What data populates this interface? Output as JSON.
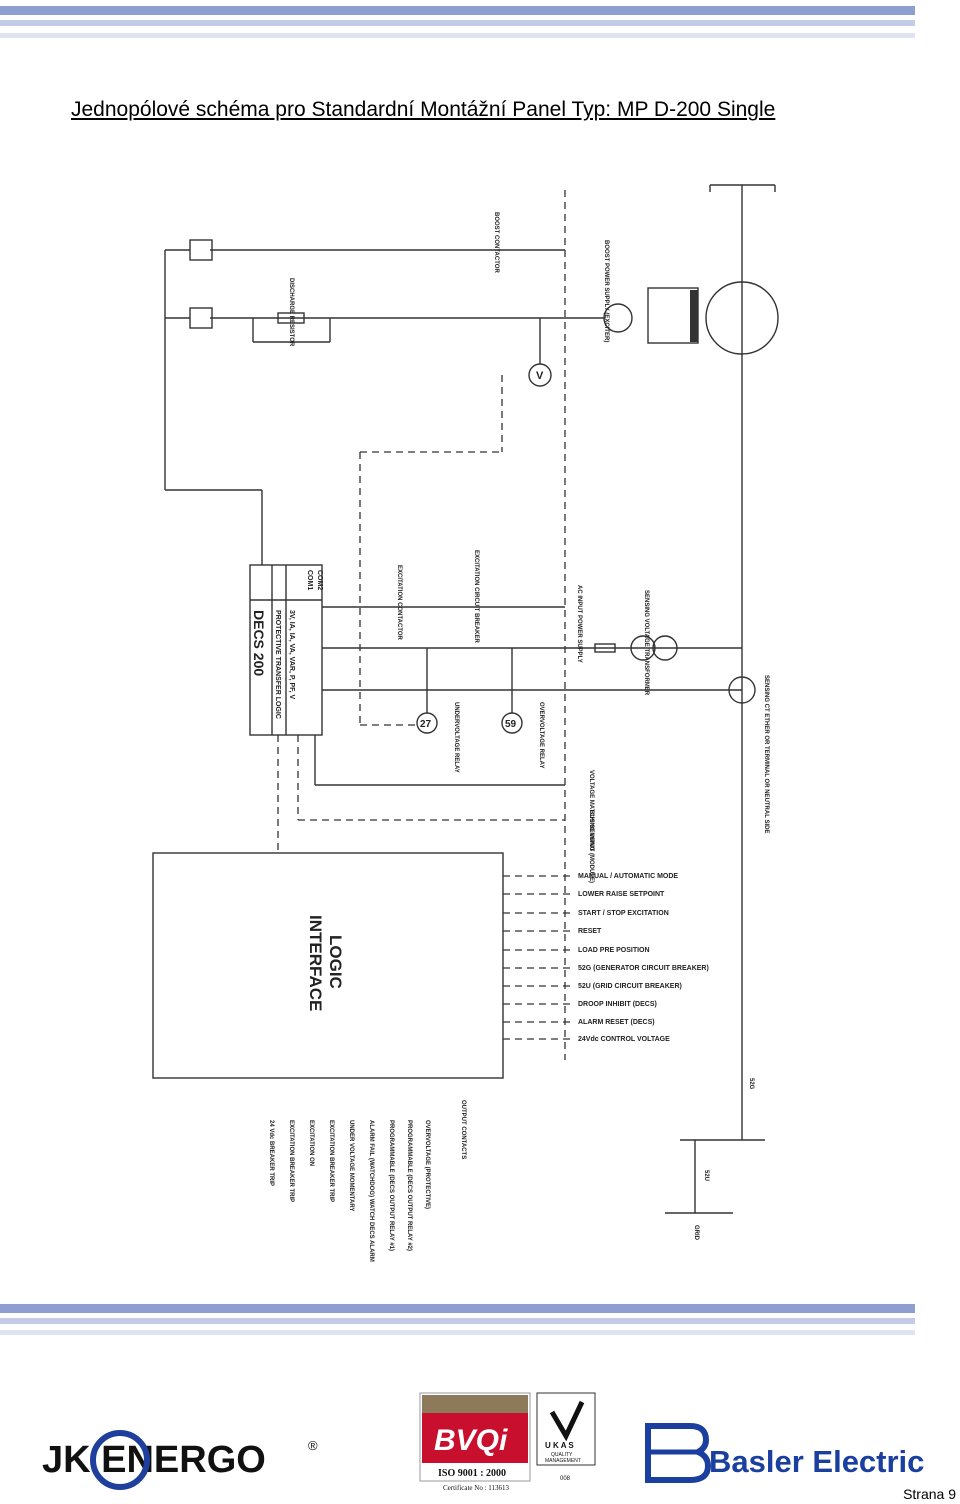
{
  "document": {
    "title": "Jednopólové schéma pro Standardní Montážní Panel Typ: MP D-200 Single",
    "page_number": "Strana 9"
  },
  "schematic": {
    "decs_box_label": "DECS 200",
    "decs_ports": [
      "COM1",
      "COM2"
    ],
    "decs_functions": "3V, IA, IA, VA, VAR, P, PF, V",
    "decs_logic": "PROTECTIVE TRANSFER LOGIC",
    "logic_box_label_1": "LOGIC",
    "logic_box_label_2": "INTERFACE",
    "labels": {
      "boost_contactor": "BOOST CONTACTOR",
      "boost_power_supply": "BOOST POWER SUPPLY (EXCITER)",
      "discharge_resistor": "DISCHARGE RESISTOR",
      "excitation_contactor": "EXCITATION CONTACTOR",
      "excitation_breaker": "EXCITATION CIRCUIT BREAKER",
      "ac_input_power": "AC INPUT POWER SUPPLY",
      "sensing_vt": "SENSING VOLTAGE TRANSFORMER",
      "sensing_ct": "SENSING CT ETHER OR TERMINAL OR NEUTRAL SIDE",
      "undervoltage_relay": "UNDERVOLTAGE RELAY",
      "overvoltage_relay": "OVERVOLTAGE RELAY",
      "voltage_matching": "VOLTAGE MATCHING INPUT",
      "bus_sensing": "BUS SENSING (MODULE)",
      "relay_27": "27",
      "relay_59": "59",
      "voltmeter": "V",
      "grid": "GRID",
      "gcb": "52G",
      "ncb": "52U",
      "output_contacts": "OUTPUT CONTACTS"
    },
    "logic_inputs": [
      "MANUAL / AUTOMATIC MODE",
      "LOWER RAISE SETPOINT",
      "START / STOP EXCITATION",
      "RESET",
      "LOAD PRE POSITION",
      "52G (GENERATOR CIRCUIT BREAKER)",
      "52U (GRID CIRCUIT BREAKER)",
      "DROOP INHIBIT (DECS)",
      "ALARM RESET (DECS)",
      "24Vdc CONTROL VOLTAGE"
    ],
    "logic_outputs": [
      "24 Vdc BREAKER TRIP",
      "EXCITATION BREAKER TRIP",
      "EXCITATION ON",
      "EXCITATION BREAKER TRIP",
      "UNDER VOLTAGE MOMENTARY",
      "ALARM FAIL (WATCHDOG) WATCH DECS ALARM",
      "PROGRAMMABLE (DECS OUTPUT RELAY #1)",
      "PROGRAMMABLE (DECS OUTPUT RELAY #2)",
      "OVERVOLTAGE (PROTECTIVE)"
    ]
  },
  "footer": {
    "jk_energo": "JK ENERGO",
    "registered": "®",
    "bvqi": "BVQi",
    "iso": "ISO 9001 : 2000",
    "certificate": "Certificate No : 113613",
    "ukas_1": "U K A S",
    "ukas_2": "QUALITY",
    "ukas_3": "MANAGEMENT",
    "ukas_code": "008",
    "basler": "Basler Electric"
  },
  "colors": {
    "band_dark": "#8c9fcf",
    "band_mid": "#c3cbe6",
    "band_light": "#dfe4f3",
    "bvqi_red": "#c8102e",
    "jk_blue": "#1e3f9c",
    "basler_blue": "#1a3f9e"
  }
}
